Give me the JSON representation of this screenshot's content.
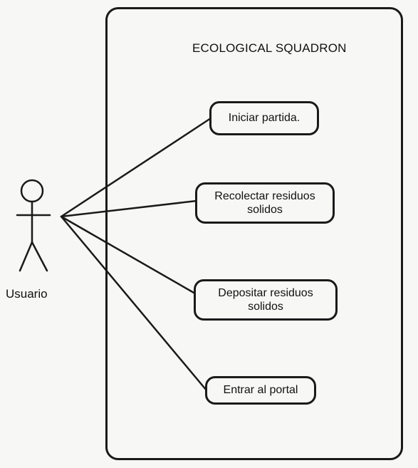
{
  "diagram": {
    "system_title": "ECOLOGICAL SQUADRON",
    "actor": {
      "label": "Usuario"
    },
    "use_cases": [
      {
        "id": "uc1",
        "label": "Iniciar partida."
      },
      {
        "id": "uc2",
        "label": "Recolectar residuos solidos"
      },
      {
        "id": "uc3",
        "label": "Depositar residuos solidos"
      },
      {
        "id": "uc4",
        "label": "Entrar al portal"
      }
    ],
    "colors": {
      "ink": "#1a1a1a",
      "paper": "#f7f7f5"
    }
  }
}
